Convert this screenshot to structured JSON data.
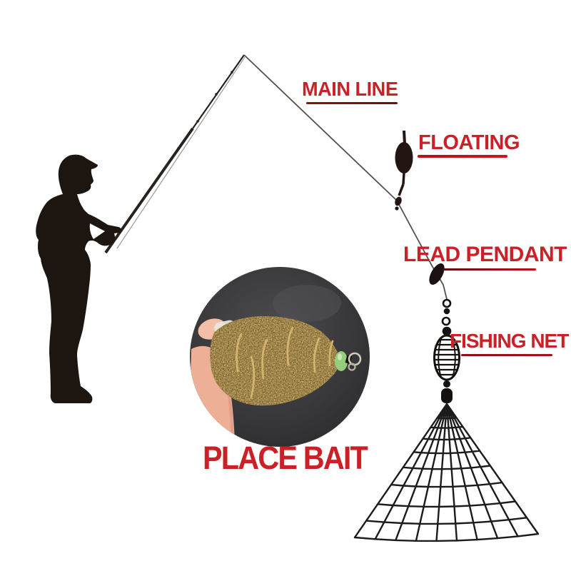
{
  "callouts": {
    "main_line": {
      "text": "MAIN LINE"
    },
    "floating": {
      "text": "FLOATING"
    },
    "lead_pendant": {
      "text": "LEAD PENDANT"
    },
    "fishing_net": {
      "text": "FISHING NET"
    },
    "place_bait": {
      "text": "PLACE BAIT"
    }
  },
  "colors": {
    "background": "#ffffff",
    "accent_red": "#c92127",
    "underline_dark_red": "#8c1216",
    "silhouette": "#1c1510",
    "net_lines": "#1b1b1b",
    "photo_circle_background": "#333336",
    "bait_brown": "#8a682a",
    "wire_gold": "#d2b56a",
    "bead_green": "#96cd7c",
    "skin": "#edb096"
  },
  "icons": {
    "fisherman": "fisherman-silhouette",
    "rod": "fishing-rod",
    "line": "main-fishing-line",
    "float": "float-bobber",
    "lead": "lead-weight",
    "swivel": "swivel-chain",
    "cage": "bait-cage-feeder",
    "net": "cone-fishing-net",
    "photo": "bait-closeup-photo"
  }
}
